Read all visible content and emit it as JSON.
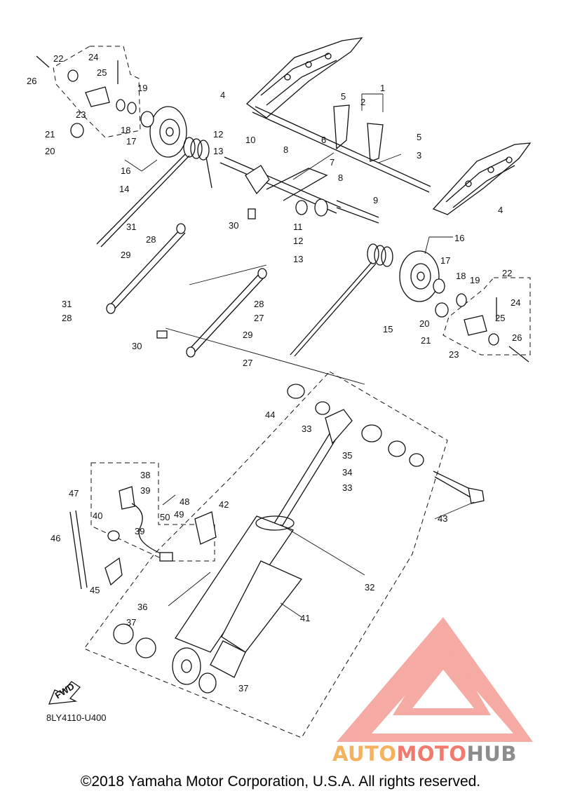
{
  "diagram": {
    "code": "8LY4110-U400",
    "fwd_label": "FWD",
    "copyright": "©2018 Yamaha Motor Corporation, U.S.A. All rights reserved.",
    "watermark": {
      "part1": "AUTO",
      "part2": "MOTO",
      "part3": "HUB",
      "colors": {
        "auto": "#f5b25e",
        "moto": "#f17a6e",
        "hub": "#8c8c8c",
        "logo": "#f08c84"
      }
    },
    "callouts": [
      "1",
      "2",
      "3",
      "4",
      "4",
      "5",
      "5",
      "6",
      "7",
      "8",
      "8",
      "9",
      "10",
      "11",
      "12",
      "12",
      "13",
      "13",
      "14",
      "15",
      "16",
      "16",
      "17",
      "17",
      "18",
      "18",
      "19",
      "19",
      "20",
      "20",
      "21",
      "21",
      "22",
      "22",
      "23",
      "23",
      "24",
      "24",
      "25",
      "25",
      "26",
      "26",
      "27",
      "27",
      "28",
      "28",
      "28",
      "29",
      "29",
      "30",
      "30",
      "31",
      "31",
      "32",
      "33",
      "33",
      "34",
      "35",
      "36",
      "37",
      "37",
      "38",
      "39",
      "39",
      "40",
      "41",
      "42",
      "43",
      "44",
      "45",
      "46",
      "47",
      "48",
      "49",
      "50"
    ]
  }
}
